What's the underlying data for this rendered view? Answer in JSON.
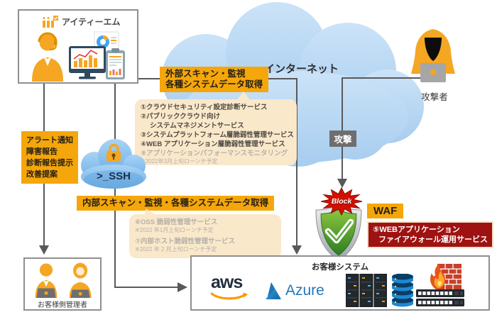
{
  "colors": {
    "accent_orange": "#F5A60A",
    "bubble_beige": "#FAE8CA",
    "cloud_blue": "#B5D5F2",
    "ssh_cloud_blue": "#7FB9EA",
    "connector_gray": "#58595B",
    "attack_gray": "#6E6E6E",
    "block_red": "#D21000",
    "waf_service_red": "#9E1212",
    "shield_green": "#3F9C35",
    "aws_orange": "#FF9900",
    "azure_blue": "#2E9BD6"
  },
  "itm": {
    "name": "アイティーエム"
  },
  "internet": {
    "label": "インターネット"
  },
  "external_scan": {
    "line1": "外部スキャン・監視",
    "line2": "各種システムデータ取得"
  },
  "external_services": {
    "items": [
      {
        "text": "①クラウドセキュリティ設定診断サービス"
      },
      {
        "text": "②パブリッククラウド向け"
      },
      {
        "text": "システムマネジメントサービス"
      },
      {
        "text": "③システムプラットフォーム層脆弱性管理サービス"
      },
      {
        "text": "④WEB アプリケーション層脆弱性管理サービス"
      },
      {
        "text": "⑧アプリケーションパフォーマンスモニタリング"
      },
      {
        "text": "※2022年3月上旬ローンチ予定"
      }
    ]
  },
  "alerts": {
    "lines": [
      "アラート通知",
      "障害報告",
      "診断報告提示",
      "改善提案"
    ]
  },
  "ssh": {
    "label": ">_SSH"
  },
  "internal_scan": {
    "label": "内部スキャン・監視・各種システムデータ取得"
  },
  "internal_services": {
    "items": [
      {
        "text": "⑥OSS 脆弱性管理サービス"
      },
      {
        "text": "※2022 年1月上旬ローンチ予定"
      },
      {
        "text": "⑦内部ホスト脆弱性管理サービス"
      },
      {
        "text": "※2022 年 2 月上旬ローンチ予定"
      }
    ]
  },
  "attacker": {
    "label": "攻撃者"
  },
  "attack": {
    "label": "攻撃"
  },
  "waf": {
    "block_label": "Block",
    "waf_label": "WAF",
    "service_line1": "⑤WEBアプリケーション",
    "service_line2": "ファイアウォール運用サービス"
  },
  "customer_admin": {
    "label": "お客様側管理者"
  },
  "customer_system": {
    "title": "お客様システム",
    "aws_label": "aws",
    "azure_label": "Azure"
  }
}
